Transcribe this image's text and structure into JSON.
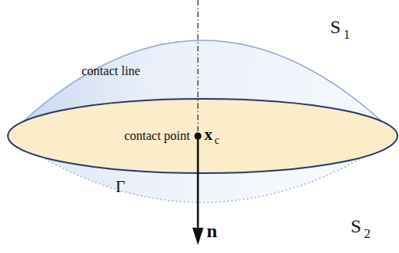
{
  "diagram": {
    "labels": [
      "contact line",
      "contact point",
      "x",
      "c",
      "Γ",
      "S",
      "1",
      "S",
      "2",
      "n"
    ]
  }
}
